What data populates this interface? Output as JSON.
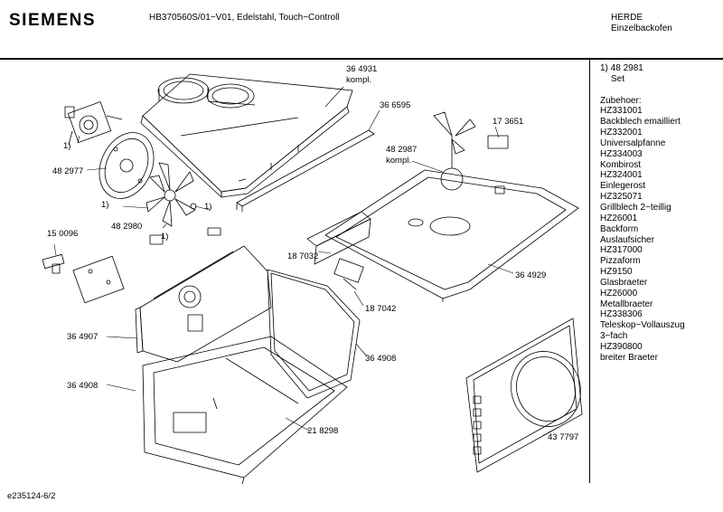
{
  "header": {
    "brand": "SIEMENS",
    "model": "HB370560S/01−V01, Edelstahl, Touch−Controll",
    "category_line1": "HERDE",
    "category_line2": "Einzelbackofen"
  },
  "sidebar": {
    "lines": [
      "1) 48 2981",
      "    Set",
      "",
      "Zubehoer:",
      "HZ331001",
      "Backblech emailliert",
      "HZ332001",
      "Universalpfanne",
      "HZ334003",
      "Kombirost",
      "HZ324001",
      "Einlegerost",
      "HZ325071",
      "Grillblech 2−teillig",
      "HZ26001",
      "Backform",
      "Auslaufsicher",
      "HZ317000",
      "Pizzaform",
      "HZ9150",
      "Glasbraeter",
      "HZ26000",
      "Metallbraeter",
      "HZ338306",
      "Teleskop−Vollauszug",
      "3−fach",
      "HZ390800",
      "breiter Braeter"
    ]
  },
  "labels": {
    "l_364931": "36 4931",
    "l_kompl1": "kompl.",
    "l_366595": "36 6595",
    "l_173651": "17 3651",
    "l_482987": "48 2987",
    "l_kompl2": "kompl.",
    "l_1a": "1)",
    "l_482977": "48 2977",
    "l_1b": "1)",
    "l_1c": "1)",
    "l_482980": "48 2980",
    "l_1d": "1)",
    "l_150096": "15 0096",
    "l_187032": "18 7032",
    "l_364929": "36 4929",
    "l_187042": "18 7042",
    "l_364907": "36 4907",
    "l_364908a": "36 4908",
    "l_364908b": "36 4908",
    "l_218298": "21 8298",
    "l_437797": "43 7797"
  },
  "footer": {
    "code": "e235124-6/2"
  }
}
